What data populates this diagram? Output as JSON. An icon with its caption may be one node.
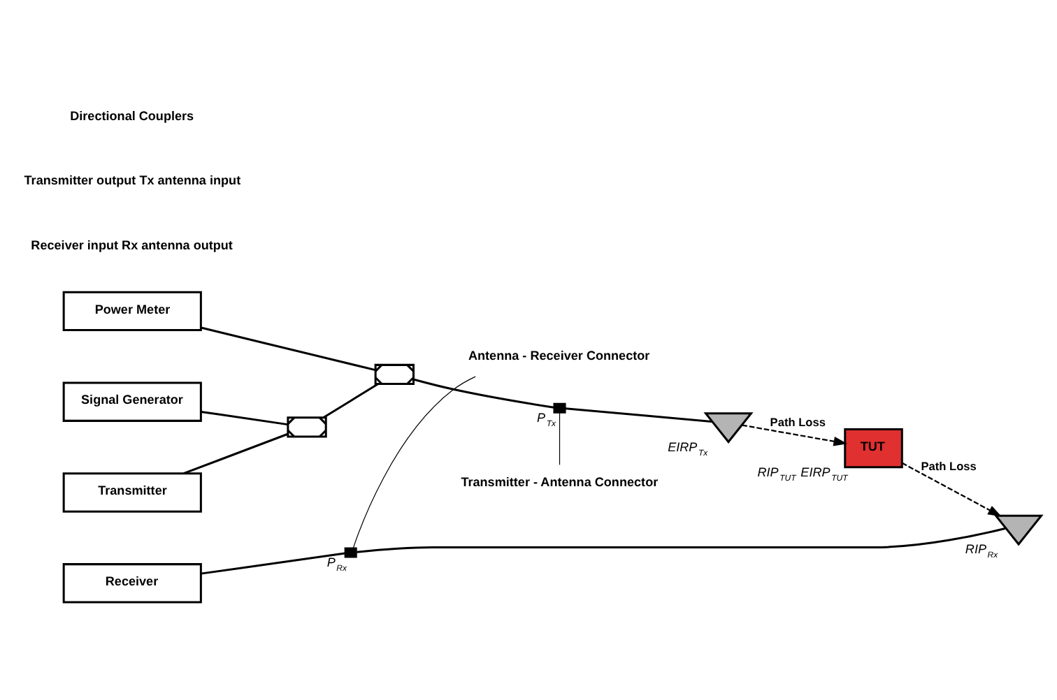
{
  "diagram": {
    "nodes": [
      {
        "text": [
          "Power Meter"
        ]
      },
      {
        "text": [
          "Signal Generator"
        ]
      },
      {
        "text": [
          "Transmitter"
        ]
      },
      {
        "text": [
          "Receiver"
        ]
      },
      {
        "text": [],
        "shape": "cross"
      },
      {
        "text": [],
        "shape": "cross"
      },
      {
        "text": [],
        "shape": "box",
        "beside": [
          "P$_{Tx}$"
        ]
      },
      {
        "text": [],
        "shape": "triangle",
        "beside": [
          "EIRP$_{Tx}$"
        ]
      },
      {
        "text": [],
        "shape": "box",
        "beside": [
          "P$_{Rx}$"
        ]
      },
      {
        "text": [],
        "shape": "triangle",
        "beside": [
          "RIP$_{Rx}$"
        ]
      },
      {
        "text": [
          "TUT"
        ],
        "beside": [
          "RIP$_{TUT}$",
          "EIRP$_{TUT}$"
        ]
      },
      {
        "text": [
          "Transmitter - Antenna Connector"
        ]
      },
      {
        "text": [
          "Antenna - Receiver Connector"
        ]
      }
    ],
    "edges": [
      {
        "from": 0,
        "to": 5,
        "arrow": "none"
      },
      {
        "from": 1,
        "to": 4,
        "arrow": "none"
      },
      {
        "from": 2,
        "to": 4,
        "arrow": "none"
      },
      {
        "from": 4,
        "to": 5,
        "arrow": "none"
      },
      {
        "from": 5,
        "to": 6,
        "arrow": "none"
      },
      {
        "from": 6,
        "to": 7,
        "arrow": "none"
      },
      {
        "from": 3,
        "to": 8,
        "arrow": "none"
      },
      {
        "from": 8,
        "to": 9,
        "arrow": "none"
      },
      {
        "from": 7,
        "to": 10,
        "arrow": "to",
        "style": "dashed",
        "label": "Path Loss"
      },
      {
        "from": 10,
        "to": 9,
        "arrow": "to",
        "style": "dashed",
        "label": "Path Loss"
      },
      {
        "from": 11,
        "to": 6,
        "arrow": "none"
      },
      {
        "from": 12,
        "to": 8,
        "arrow": "none"
      }
    ],
    "labels": [
      "Receiver input Rx antenna output",
      "Transmitter output Tx antenna input",
      "Directional Couplers"
    ]
  }
}
